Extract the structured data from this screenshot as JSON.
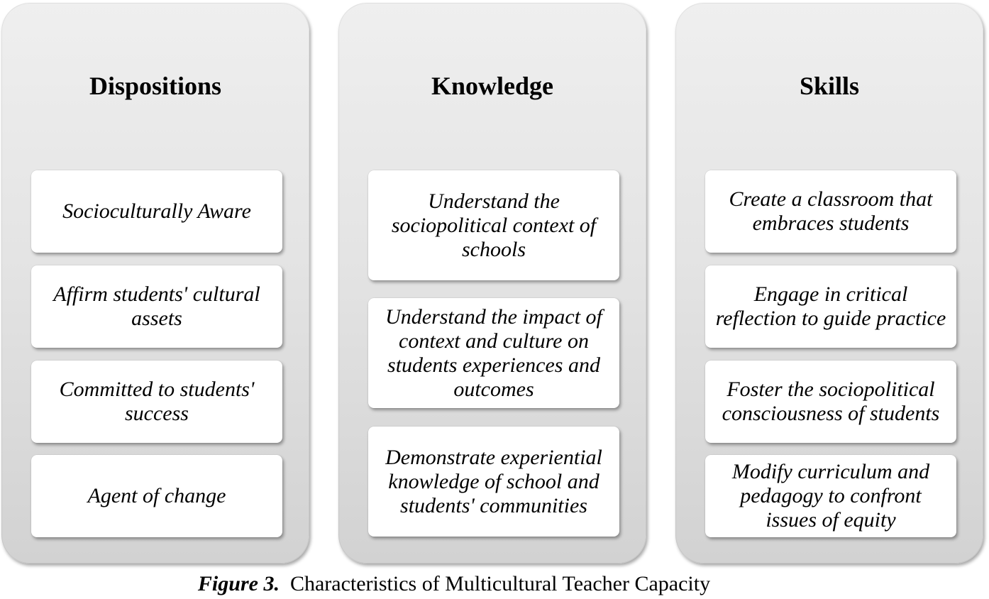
{
  "columns": [
    {
      "title": "Dispositions",
      "items": [
        "Socioculturally Aware",
        "Affirm students' cultural assets",
        "Committed to students' success",
        "Agent of change"
      ]
    },
    {
      "title": "Knowledge",
      "items": [
        "Understand the sociopolitical context of schools",
        "Understand the impact of context and culture on students experiences and outcomes",
        "Demonstrate experiential knowledge of school and students' communities"
      ]
    },
    {
      "title": "Skills",
      "items": [
        "Create a classroom that embraces students",
        "Engage in critical reflection to guide practice",
        "Foster the sociopolitical consciousness of students",
        "Modify curriculum and pedagogy to confront issues of equity"
      ]
    }
  ],
  "caption": {
    "label": "Figure 3.",
    "text": "Characteristics of Multicultural Teacher Capacity"
  }
}
